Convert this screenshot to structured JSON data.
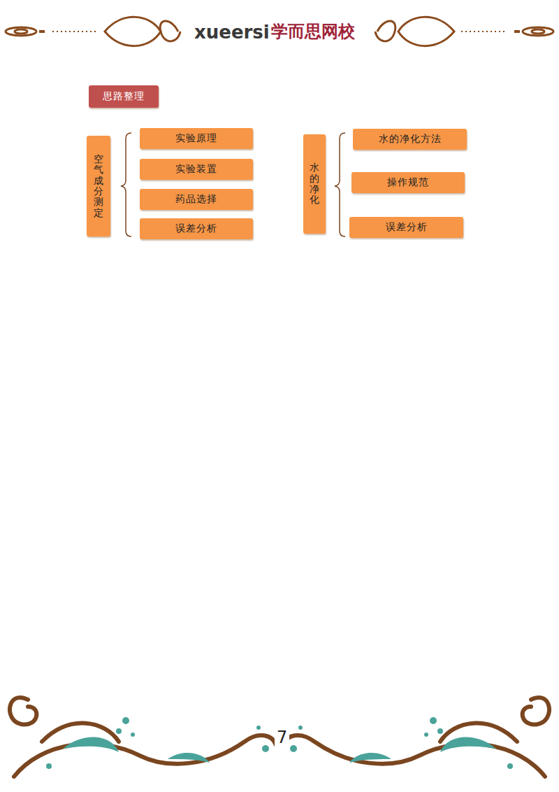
{
  "diagram": {
    "nodes": [
      {
        "text": [
          "思路整理"
        ]
      },
      {
        "text": [
          "空气成分测定"
        ]
      },
      {
        "text": [
          "实验原理"
        ]
      },
      {
        "text": [
          "实验装置"
        ]
      },
      {
        "text": [
          "药品选择"
        ]
      },
      {
        "text": [
          "误差分析"
        ]
      },
      {
        "text": [
          "水的净化"
        ]
      },
      {
        "text": [
          "水的净化方法"
        ]
      },
      {
        "text": [
          "操作规范"
        ]
      },
      {
        "text": [
          "误差分析"
        ]
      }
    ],
    "labels": [
      "xueersi",
      "学而思网校",
      "7"
    ]
  }
}
